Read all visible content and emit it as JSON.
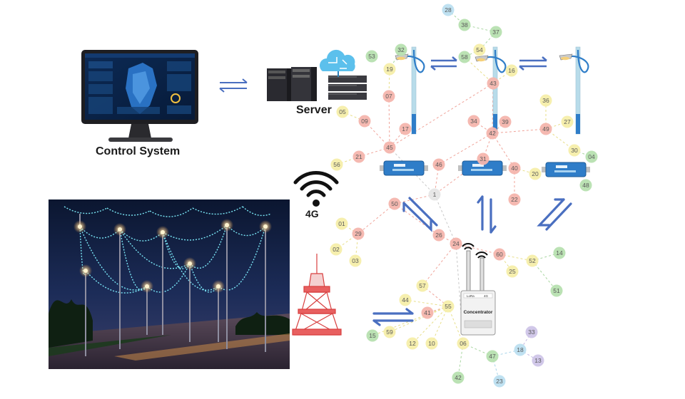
{
  "labels": {
    "control_system": "Control System",
    "server": "Server",
    "network": "4G",
    "concentrator": "Concentrator",
    "lora": "LoRa",
    "g4": "4G"
  },
  "colors": {
    "green": "#b7e0b0",
    "yellow": "#f5eeaa",
    "red": "#f4b5ad",
    "blue": "#bcdff0",
    "purple": "#cfc5e8",
    "gray": "#e6e6e6",
    "arrow": "#4a6fc0",
    "pole": "#b8dcea",
    "controller": "#2f7dc8"
  },
  "nodes": [
    {
      "id": "28",
      "c": "blue"
    },
    {
      "id": "38",
      "c": "green"
    },
    {
      "id": "37",
      "c": "green"
    },
    {
      "id": "32",
      "c": "green"
    },
    {
      "id": "53",
      "c": "green"
    },
    {
      "id": "54",
      "c": "yellow"
    },
    {
      "id": "58",
      "c": "green"
    },
    {
      "id": "16",
      "c": "yellow"
    },
    {
      "id": "19",
      "c": "yellow"
    },
    {
      "id": "43",
      "c": "red"
    },
    {
      "id": "07",
      "c": "red"
    },
    {
      "id": "05",
      "c": "yellow"
    },
    {
      "id": "09",
      "c": "red"
    },
    {
      "id": "17",
      "c": "red"
    },
    {
      "id": "45",
      "c": "red"
    },
    {
      "id": "21",
      "c": "red"
    },
    {
      "id": "56",
      "c": "yellow"
    },
    {
      "id": "34",
      "c": "red"
    },
    {
      "id": "39",
      "c": "red"
    },
    {
      "id": "42",
      "c": "red"
    },
    {
      "id": "36",
      "c": "yellow"
    },
    {
      "id": "49",
      "c": "red"
    },
    {
      "id": "27",
      "c": "yellow"
    },
    {
      "id": "30",
      "c": "yellow"
    },
    {
      "id": "04",
      "c": "green"
    },
    {
      "id": "48",
      "c": "green"
    },
    {
      "id": "31",
      "c": "red"
    },
    {
      "id": "40",
      "c": "red"
    },
    {
      "id": "20",
      "c": "yellow"
    },
    {
      "id": "46",
      "c": "red"
    },
    {
      "id": "22",
      "c": "red"
    },
    {
      "id": "1",
      "c": "gray"
    },
    {
      "id": "50",
      "c": "red"
    },
    {
      "id": "01",
      "c": "yellow"
    },
    {
      "id": "29",
      "c": "red"
    },
    {
      "id": "02",
      "c": "yellow"
    },
    {
      "id": "03",
      "c": "yellow"
    },
    {
      "id": "26",
      "c": "red"
    },
    {
      "id": "24",
      "c": "red"
    },
    {
      "id": "60",
      "c": "red"
    },
    {
      "id": "14",
      "c": "green"
    },
    {
      "id": "52",
      "c": "yellow"
    },
    {
      "id": "25",
      "c": "yellow"
    },
    {
      "id": "51",
      "c": "green"
    },
    {
      "id": "57",
      "c": "yellow"
    },
    {
      "id": "44",
      "c": "yellow"
    },
    {
      "id": "55",
      "c": "yellow"
    },
    {
      "id": "41",
      "c": "red"
    },
    {
      "id": "15",
      "c": "green"
    },
    {
      "id": "59",
      "c": "yellow"
    },
    {
      "id": "12",
      "c": "yellow"
    },
    {
      "id": "10",
      "c": "yellow"
    },
    {
      "id": "06",
      "c": "yellow"
    },
    {
      "id": "33",
      "c": "purple"
    },
    {
      "id": "18",
      "c": "blue"
    },
    {
      "id": "47",
      "c": "green"
    },
    {
      "id": "13",
      "c": "purple"
    },
    {
      "id": "42",
      "c": "green"
    },
    {
      "id": "23",
      "c": "blue"
    }
  ]
}
